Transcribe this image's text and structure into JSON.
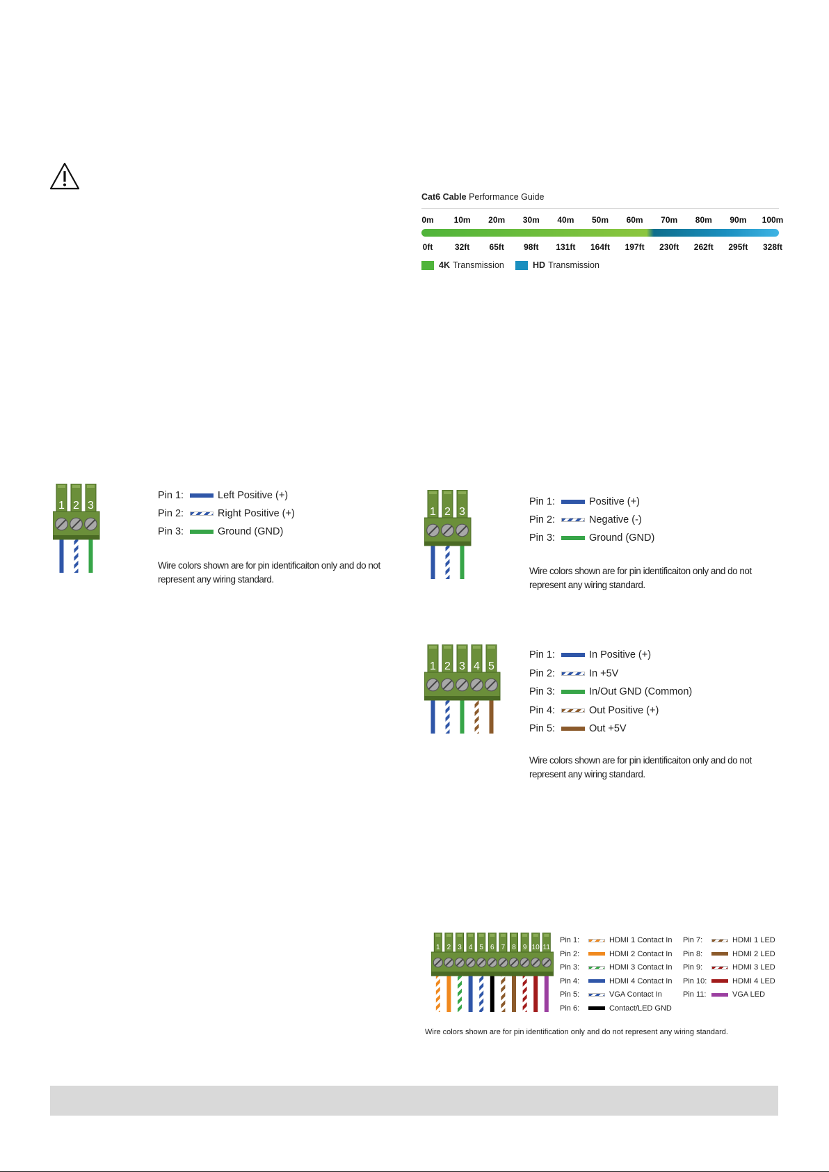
{
  "warning_icon": "warning-triangle-icon",
  "cat6_guide": {
    "title_bold": "Cat6 Cable",
    "title_rest": " Performance Guide",
    "meters": [
      "0m",
      "10m",
      "20m",
      "30m",
      "40m",
      "50m",
      "60m",
      "70m",
      "80m",
      "90m",
      "100m"
    ],
    "feet": [
      "0ft",
      "32ft",
      "65ft",
      "98ft",
      "131ft",
      "164ft",
      "197ft",
      "230ft",
      "262ft",
      "295ft",
      "328ft"
    ],
    "legend": [
      {
        "bold": "4K",
        "text": "Transmission",
        "color": "#4fb43a"
      },
      {
        "bold": "HD",
        "text": "Transmission",
        "color": "#1a8fbf"
      }
    ]
  },
  "audio_out_connector": {
    "pin_numbers": [
      "1",
      "2",
      "3"
    ],
    "pins": [
      {
        "label": "Pin 1:",
        "name": "Left Positive (+)",
        "wire": "solid-blue"
      },
      {
        "label": "Pin 2:",
        "name": "Right Positive (+)",
        "wire": "striped-blue"
      },
      {
        "label": "Pin 3:",
        "name": "Ground (GND)",
        "wire": "solid-green"
      }
    ],
    "note": "Wire colors shown are for pin identificaiton only and do not represent any wiring standard."
  },
  "ir_connector": {
    "pin_numbers": [
      "1",
      "2",
      "3"
    ],
    "pins": [
      {
        "label": "Pin 1:",
        "name": "Positive (+)",
        "wire": "solid-blue"
      },
      {
        "label": "Pin 2:",
        "name": "Negative (-)",
        "wire": "striped-blue"
      },
      {
        "label": "Pin 3:",
        "name": "Ground (GND)",
        "wire": "solid-green"
      }
    ],
    "note": "Wire colors shown are for pin identificaiton only and do not represent any wiring standard."
  },
  "five_pin_connector": {
    "pin_numbers": [
      "1",
      "2",
      "3",
      "4",
      "5"
    ],
    "pins": [
      {
        "label": "Pin 1:",
        "name": "In Positive (+)",
        "wire": "solid-blue"
      },
      {
        "label": "Pin 2:",
        "name": "In +5V",
        "wire": "striped-blue"
      },
      {
        "label": "Pin 3:",
        "name": "In/Out GND (Common)",
        "wire": "solid-green"
      },
      {
        "label": "Pin 4:",
        "name": "Out Positive (+)",
        "wire": "striped-brown"
      },
      {
        "label": "Pin 5:",
        "name": "Out +5V",
        "wire": "solid-brown"
      }
    ],
    "note": "Wire colors shown are for pin identificaiton only and do not represent any wiring standard."
  },
  "eleven_pin_connector": {
    "pin_numbers": [
      "1",
      "2",
      "3",
      "4",
      "5",
      "6",
      "7",
      "8",
      "9",
      "10",
      "11"
    ],
    "pins": [
      {
        "label": "Pin 1:",
        "name": "HDMI 1 Contact In",
        "wire": "striped-orange"
      },
      {
        "label": "Pin 2:",
        "name": "HDMI 2 Contact In",
        "wire": "solid-orange"
      },
      {
        "label": "Pin 3:",
        "name": "HDMI 3 Contact In",
        "wire": "striped-green"
      },
      {
        "label": "Pin 4:",
        "name": "HDMI 4 Contact In",
        "wire": "solid-blue"
      },
      {
        "label": "Pin 5:",
        "name": "VGA Contact In",
        "wire": "striped-blue"
      },
      {
        "label": "Pin 6:",
        "name": "Contact/LED GND",
        "wire": "solid-black"
      },
      {
        "label": "Pin 7:",
        "name": "HDMI 1 LED",
        "wire": "striped-brown"
      },
      {
        "label": "Pin 8:",
        "name": "HDMI 2 LED",
        "wire": "solid-brown"
      },
      {
        "label": "Pin 9:",
        "name": "HDMI 3 LED",
        "wire": "striped-red"
      },
      {
        "label": "Pin 10:",
        "name": "HDMI 4 LED",
        "wire": "solid-red"
      },
      {
        "label": "Pin 11:",
        "name": "VGA LED",
        "wire": "solid-purple"
      }
    ],
    "note": "Wire colors shown are for pin identification only and do not represent any wiring standard."
  }
}
